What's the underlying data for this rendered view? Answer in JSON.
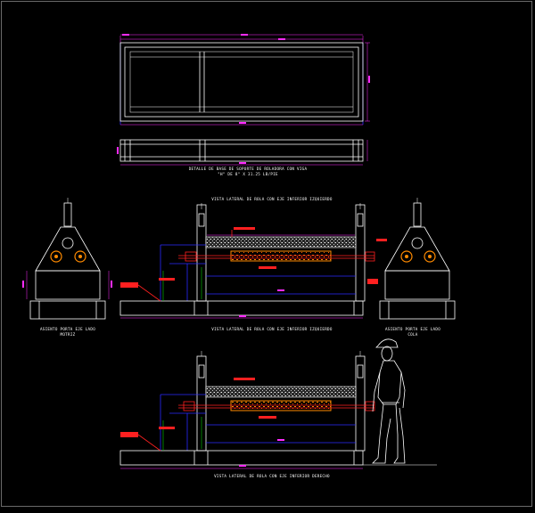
{
  "title": {
    "line1": "DETALLE DE BASE DE SOPORTE DE ROLADORA CON VIGA",
    "line2": "\"H\" DE 8\" X 31.25 LB/PIE"
  },
  "views": {
    "lateral_top": "VISTA LATERAL DE ROLA CON EJE INFERIOR IZQUIERDO",
    "lateral_middle": "VISTA LATERAL DE ROLA CON EJE INFERIOR IZQUIERDO",
    "lateral_bottom": "VISTA LATERAL DE ROLA CON EJE INFERIOR DERECHO",
    "left_end_line1": "ASIENTO PORTA EJE LADO",
    "left_end_line2": "MOTRIZ",
    "right_end_line1": "ASIENTO PORTA EJE LADO",
    "right_end_line2": "COLA"
  },
  "colors": {
    "background": "#000000",
    "lines": "#ffffff",
    "structure": "#2a2aff",
    "dimensions": "#ff2bff",
    "rollers": "#ff8a00",
    "notes": "#ff2020"
  }
}
